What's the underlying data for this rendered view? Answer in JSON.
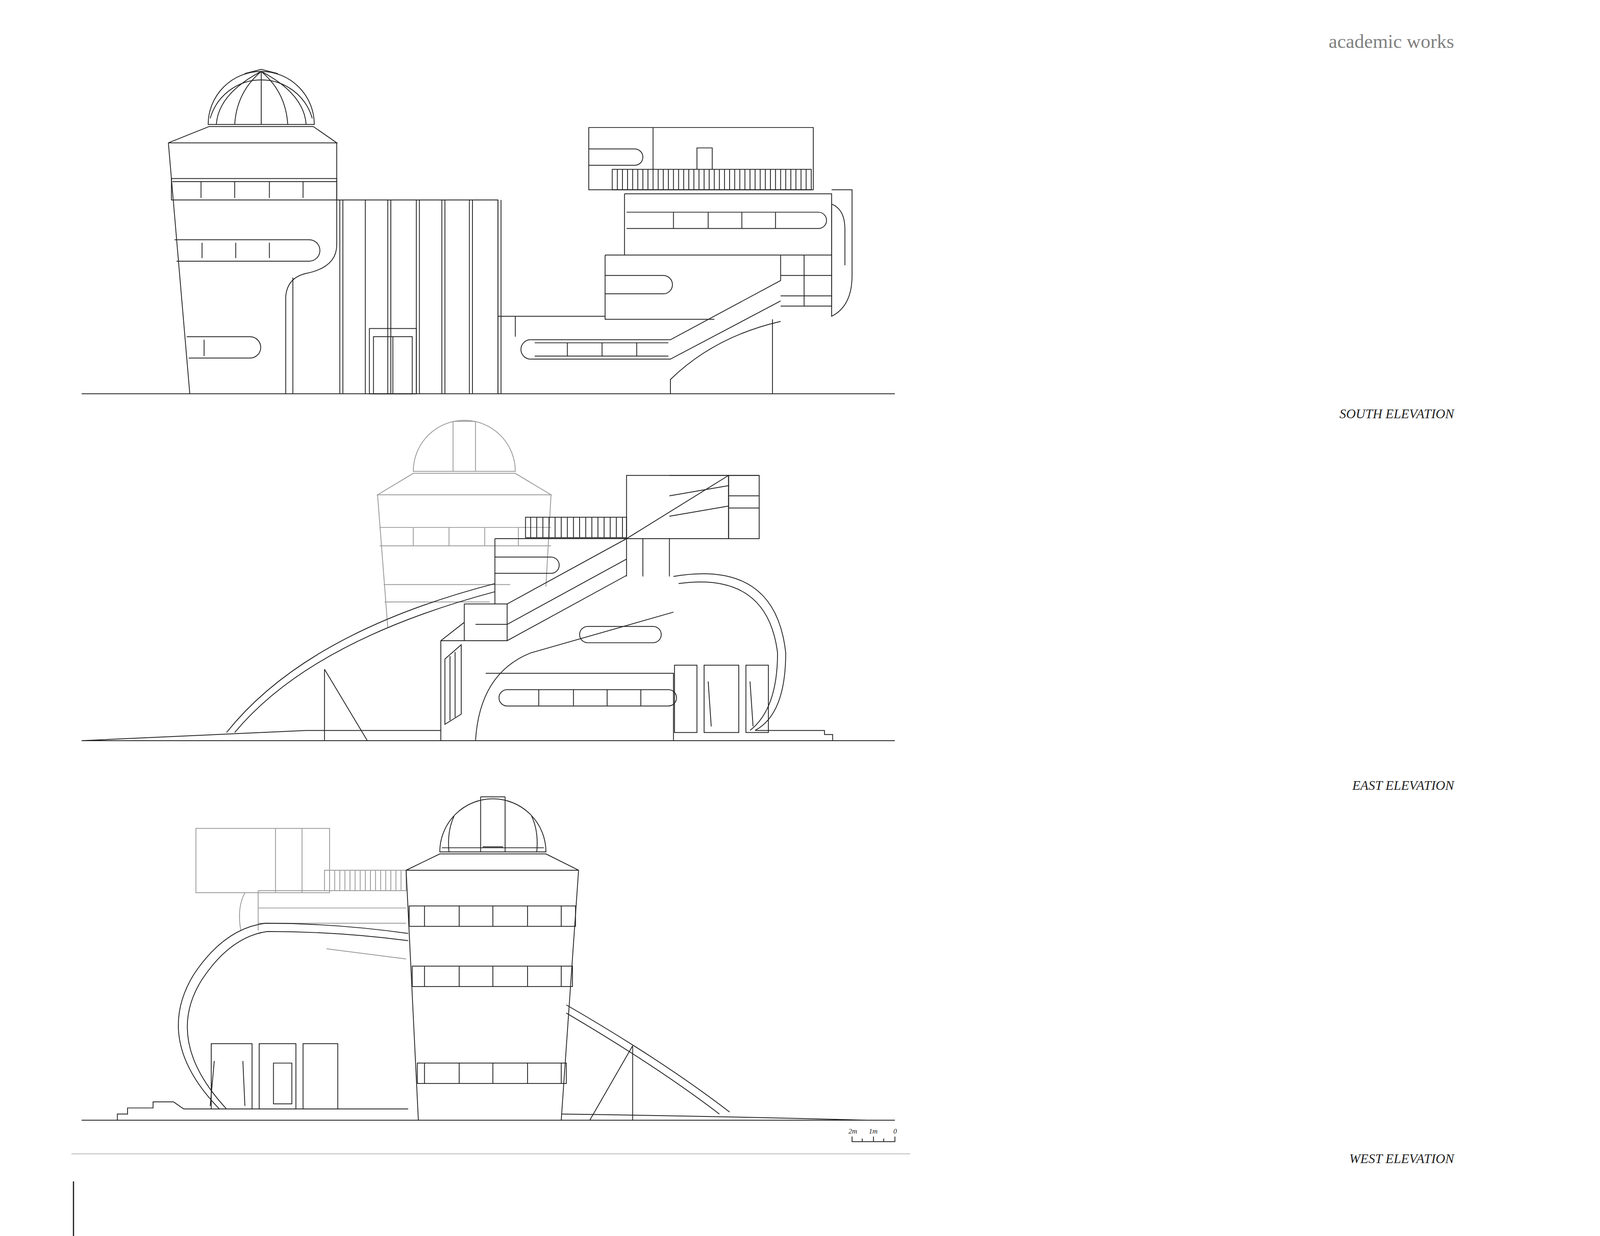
{
  "diagram": {
    "labels": [
      "academic works",
      "SOUTH ELEVATION",
      "EAST ELEVATION",
      "WEST ELEVATION",
      "2m",
      "1m",
      "0"
    ]
  }
}
